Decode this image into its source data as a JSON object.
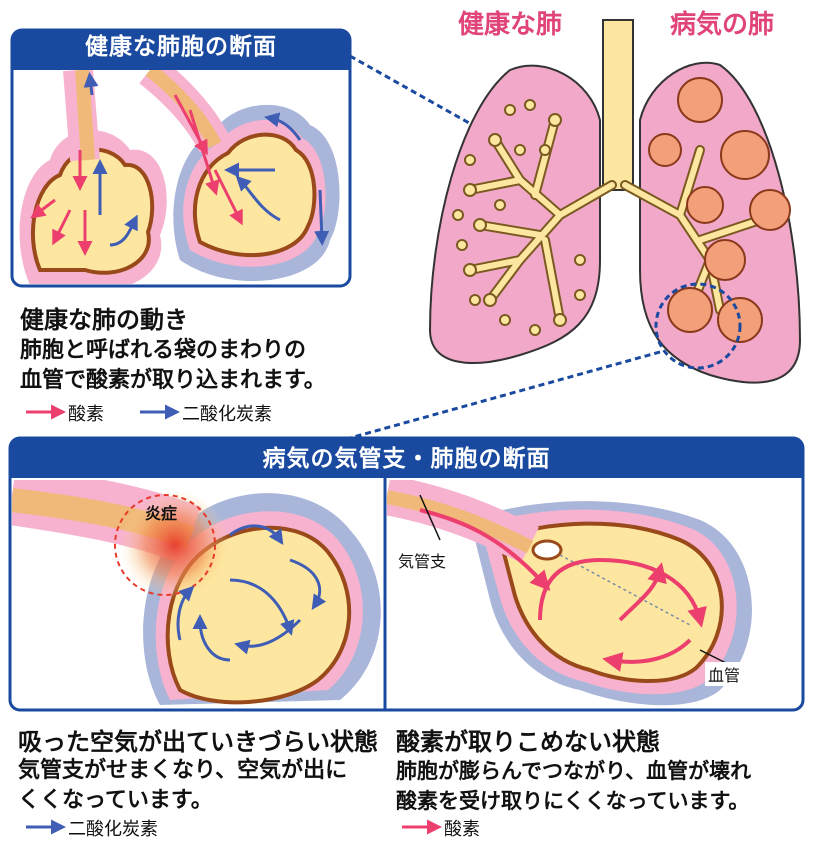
{
  "labels": {
    "healthy_section_title": "健康な肺胞の断面",
    "healthy_lung": "健康な肺",
    "sick_lung": "病気の肺",
    "healthy_heading": "健康な肺の動き",
    "healthy_body": [
      "肺胞と呼ばれる袋のまわりの",
      "血管で酸素が取り込まれます。"
    ],
    "legend_oxygen": "酸素",
    "legend_co2": "二酸化炭素",
    "sick_section_title": "病気の気管支・肺胞の断面",
    "inflammation": "炎症",
    "bronchus": "気管支",
    "blood_vessel": "血管",
    "left_heading": "吸った空気が出ていきづらい状態",
    "left_body": [
      "気管支がせまくなり、空気が出に",
      "くくなっています。"
    ],
    "right_heading": "酸素が取りこめない状態",
    "right_body": [
      "肺胞が膨らんでつながり、血管が壊れ",
      "酸素を受け取りにくくなっています。"
    ]
  },
  "colors": {
    "oxygen": "#ec3f6e",
    "co2": "#3f5db5",
    "panel_blue": "#1a4aa0",
    "lung_pink": "#f2a8c8",
    "alveolus_fill": "#fde7a0",
    "airway_tan": "#f0b979"
  }
}
